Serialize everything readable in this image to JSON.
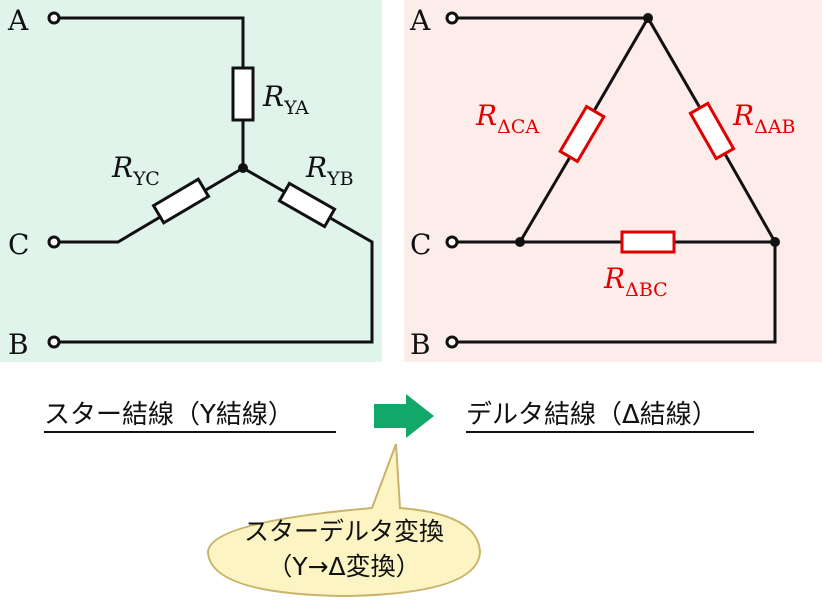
{
  "colors": {
    "star_bg": "#e0f4ec",
    "delta_bg": "#fcecea",
    "wire": "#111111",
    "delta_resistor": "#e00000",
    "arrow": "#12a86a",
    "callout_fill": "#fdf4c4",
    "callout_stroke": "#c8b46a"
  },
  "star": {
    "terminals": {
      "a": "A",
      "c": "C",
      "b": "B"
    },
    "resistors": {
      "ya": {
        "symbol": "R",
        "sub": "YA"
      },
      "yb": {
        "symbol": "R",
        "sub": "YB"
      },
      "yc": {
        "symbol": "R",
        "sub": "YC"
      }
    },
    "caption": "スター結線（Y結線）"
  },
  "delta": {
    "terminals": {
      "a": "A",
      "c": "C",
      "b": "B"
    },
    "resistors": {
      "ca": {
        "symbol": "R",
        "sub": "ΔCA"
      },
      "ab": {
        "symbol": "R",
        "sub": "ΔAB"
      },
      "bc": {
        "symbol": "R",
        "sub": "ΔBC"
      }
    },
    "caption": "デルタ結線（Δ結線）"
  },
  "callout": {
    "line1": "スターデルタ変換",
    "line2": "（Y→Δ変換）"
  },
  "arrow_icon": "right-arrow-icon"
}
